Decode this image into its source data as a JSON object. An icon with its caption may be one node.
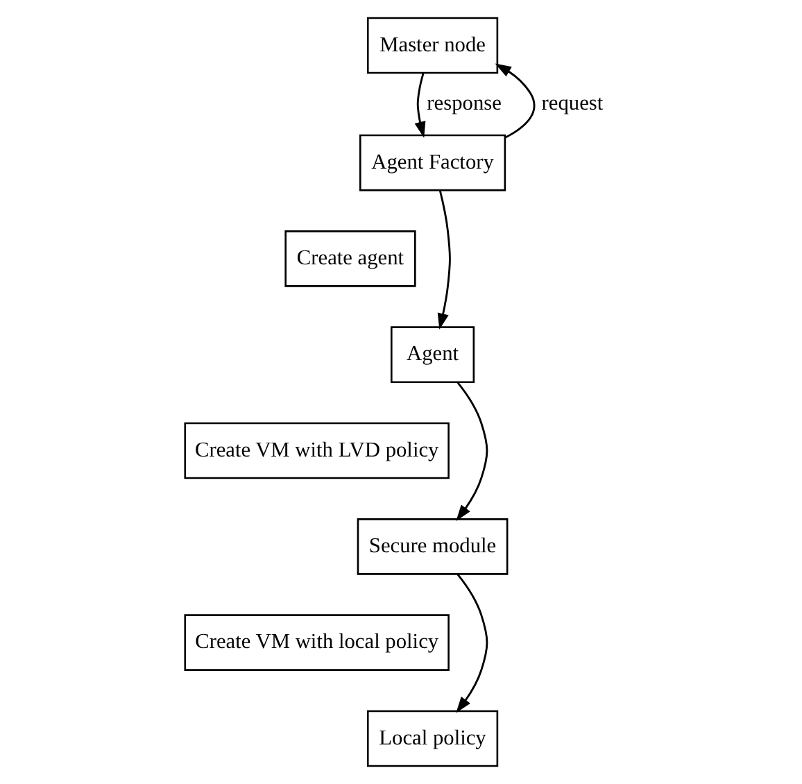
{
  "diagram": {
    "nodes": [
      {
        "text": [
          "Master node"
        ]
      },
      {
        "text": [
          "Agent Factory"
        ]
      },
      {
        "text": [
          "Create agent"
        ]
      },
      {
        "text": [
          "Agent"
        ]
      },
      {
        "text": [
          "Create VM with LVD policy"
        ]
      },
      {
        "text": [
          "Secure module"
        ]
      },
      {
        "text": [
          "Create VM with local policy"
        ]
      },
      {
        "text": [
          "Local policy"
        ]
      }
    ],
    "edges": [
      {
        "from": 1,
        "to": 0,
        "arrow": "to",
        "label": "request"
      },
      {
        "from": 0,
        "to": 1,
        "arrow": "to",
        "label": "response"
      },
      {
        "from": 1,
        "to": 3,
        "arrow": "to"
      },
      {
        "from": 3,
        "to": 5,
        "arrow": "to"
      },
      {
        "from": 5,
        "to": 7,
        "arrow": "to"
      }
    ]
  }
}
